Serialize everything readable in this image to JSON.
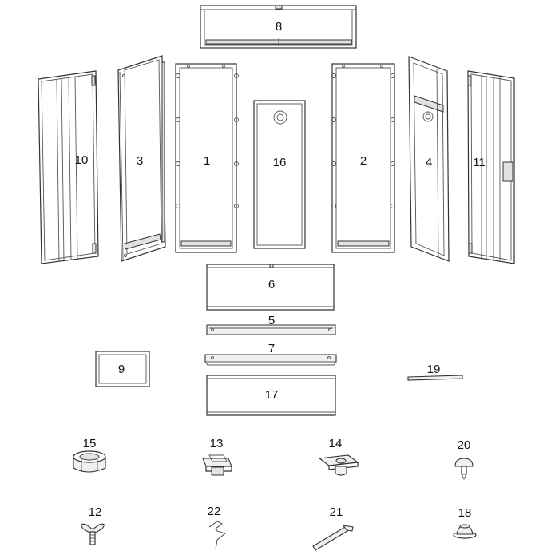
{
  "parts": [
    {
      "id": "part-8",
      "label": "8",
      "name": "top-panel"
    },
    {
      "id": "part-10",
      "label": "10",
      "name": "left-door"
    },
    {
      "id": "part-3",
      "label": "3",
      "name": "left-side-panel"
    },
    {
      "id": "part-1",
      "label": "1",
      "name": "left-back-panel"
    },
    {
      "id": "part-16",
      "label": "16",
      "name": "center-back-panel"
    },
    {
      "id": "part-2",
      "label": "2",
      "name": "right-back-panel"
    },
    {
      "id": "part-4",
      "label": "4",
      "name": "right-side-panel"
    },
    {
      "id": "part-11",
      "label": "11",
      "name": "right-door"
    },
    {
      "id": "part-6",
      "label": "6",
      "name": "shelf"
    },
    {
      "id": "part-5",
      "label": "5",
      "name": "front-rail"
    },
    {
      "id": "part-7",
      "label": "7",
      "name": "back-rail"
    },
    {
      "id": "part-9",
      "label": "9",
      "name": "small-panel"
    },
    {
      "id": "part-17",
      "label": "17",
      "name": "bottom-panel"
    },
    {
      "id": "part-19",
      "label": "19",
      "name": "rod"
    },
    {
      "id": "part-15",
      "label": "15",
      "name": "foot-cup"
    },
    {
      "id": "part-13",
      "label": "13",
      "name": "shelf-bracket"
    },
    {
      "id": "part-14",
      "label": "14",
      "name": "corner-bracket"
    },
    {
      "id": "part-20",
      "label": "20",
      "name": "push-pin"
    },
    {
      "id": "part-12",
      "label": "12",
      "name": "wing-screw"
    },
    {
      "id": "part-22",
      "label": "22",
      "name": "hinge-pin"
    },
    {
      "id": "part-21",
      "label": "21",
      "name": "allen-key"
    },
    {
      "id": "part-18",
      "label": "18",
      "name": "knob"
    }
  ]
}
